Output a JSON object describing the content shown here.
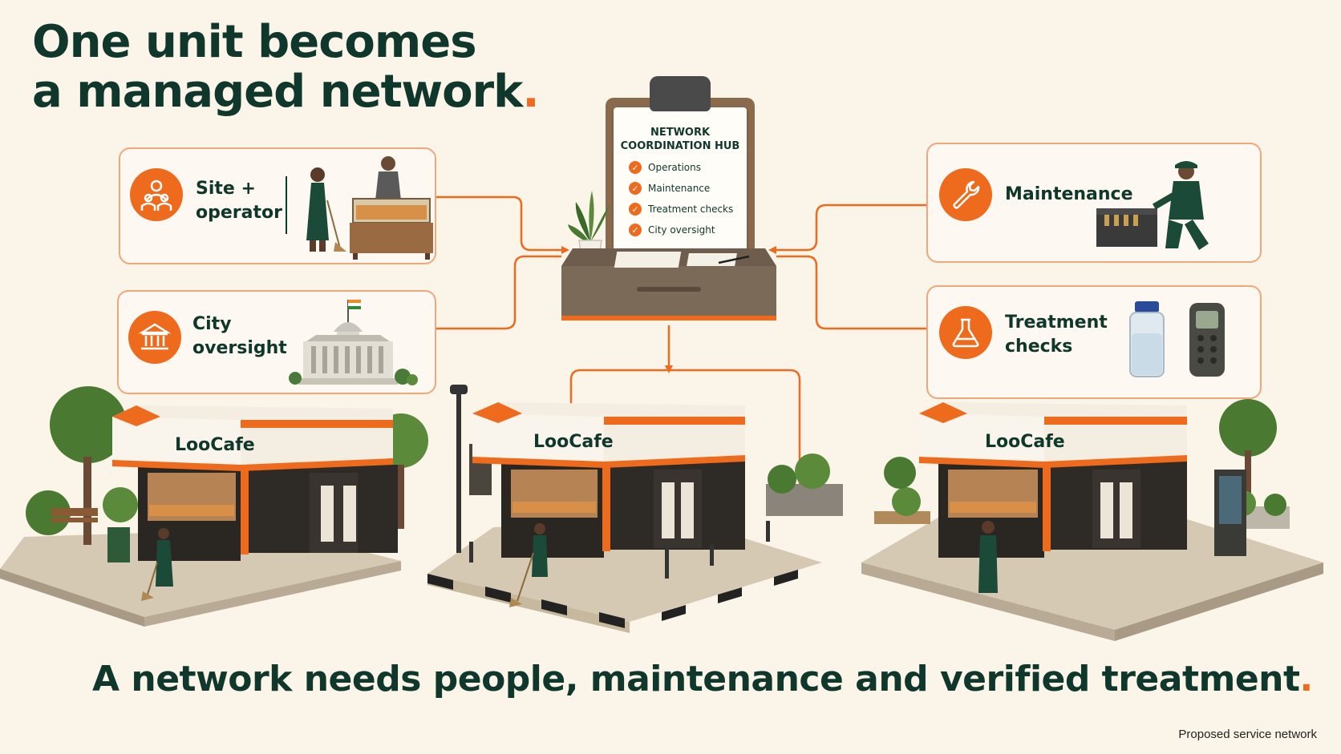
{
  "headline": {
    "line1": "One unit becomes",
    "line2": "a managed network",
    "dot": "."
  },
  "tagline": {
    "text": "A network needs people, maintenance and verified treatment",
    "dot": "."
  },
  "footer_note": "Proposed service network",
  "hub": {
    "title_line1": "NETWORK",
    "title_line2": "COORDINATION HUB",
    "items": [
      "Operations",
      "Maintenance",
      "Treatment checks",
      "City oversight"
    ]
  },
  "cards": {
    "site_operator": {
      "line1": "Site +",
      "line2": "operator",
      "icon": "people-icon"
    },
    "city_oversight": {
      "line1": "City",
      "line2": "oversight",
      "icon": "government-building-icon"
    },
    "maintenance": {
      "line1": "Maintenance",
      "icon": "wrench-icon"
    },
    "treatment_checks": {
      "line1": "Treatment",
      "line2": "checks",
      "icon": "flask-icon"
    }
  },
  "kiosks": [
    {
      "sign": "LooCafe"
    },
    {
      "sign": "LooCafe"
    },
    {
      "sign": "LooCafe"
    }
  ],
  "colors": {
    "accent": "#ee6a1d",
    "dark_green": "#10372b",
    "background": "#fbf4e9",
    "card_border": "#f0a77a"
  }
}
